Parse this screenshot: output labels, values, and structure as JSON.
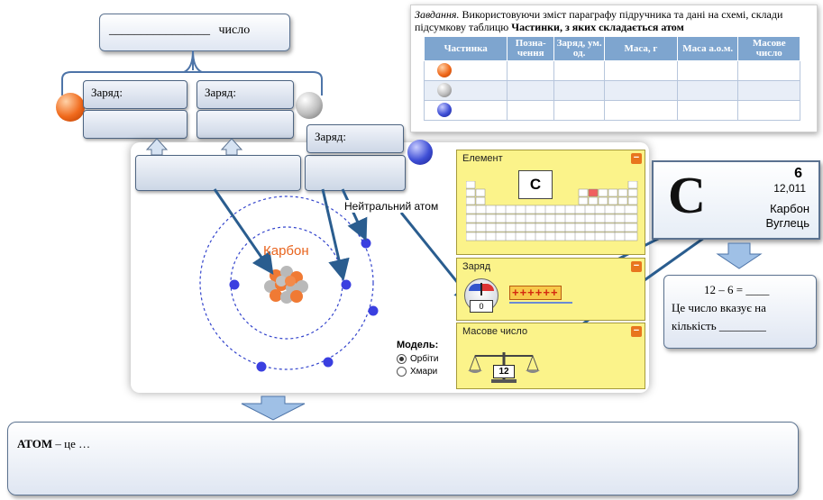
{
  "top_box": {
    "blank": "________________",
    "label": "число"
  },
  "charge_boxes": {
    "left_label": "Заряд:",
    "right_label": "Заряд:",
    "electron_label": "Заряд:"
  },
  "task": {
    "italic": "Завдання.",
    "text": " Використовуючи зміст параграфу підручника та дані на схемі, склади підсумкову таблицю ",
    "bold": "Частинки, з яких складається атом",
    "headers": [
      "Частинка",
      "Позна-чення",
      "Заряд, ум. од.",
      "Маса, г",
      "Маса а.о.м.",
      "Масове число"
    ]
  },
  "simulation": {
    "atom_name": "Карбон",
    "neutral_label": "Нейтральний атом",
    "model_label": "Модель:",
    "model_options": [
      "Орбіти",
      "Хмари"
    ],
    "selected_model": "Орбіти",
    "element_panel": {
      "title": "Елемент",
      "symbol": "C"
    },
    "charge_panel": {
      "title": "Заряд",
      "meter_value": "0",
      "plus_signs": "++++++"
    },
    "mass_panel": {
      "title": "Масове число",
      "value": "12"
    }
  },
  "element_card": {
    "symbol": "C",
    "number": "6",
    "mass": "12,011",
    "name_ua": "Карбон",
    "name_alt": "Вуглець"
  },
  "calc_box": {
    "equation": "12 – 6 = ____",
    "line2": "Це число вказує на",
    "line3": "кількість ________"
  },
  "atom_def": {
    "bold": "АТОМ",
    "rest": " – це …"
  },
  "colors": {
    "arrow": "#2a5d8f",
    "panel_yellow": "#fbf38a",
    "box_border": "#5b7290",
    "proton": "#f06a1c",
    "electron": "#3f4fd6",
    "neutron": "#b8b8b8"
  }
}
